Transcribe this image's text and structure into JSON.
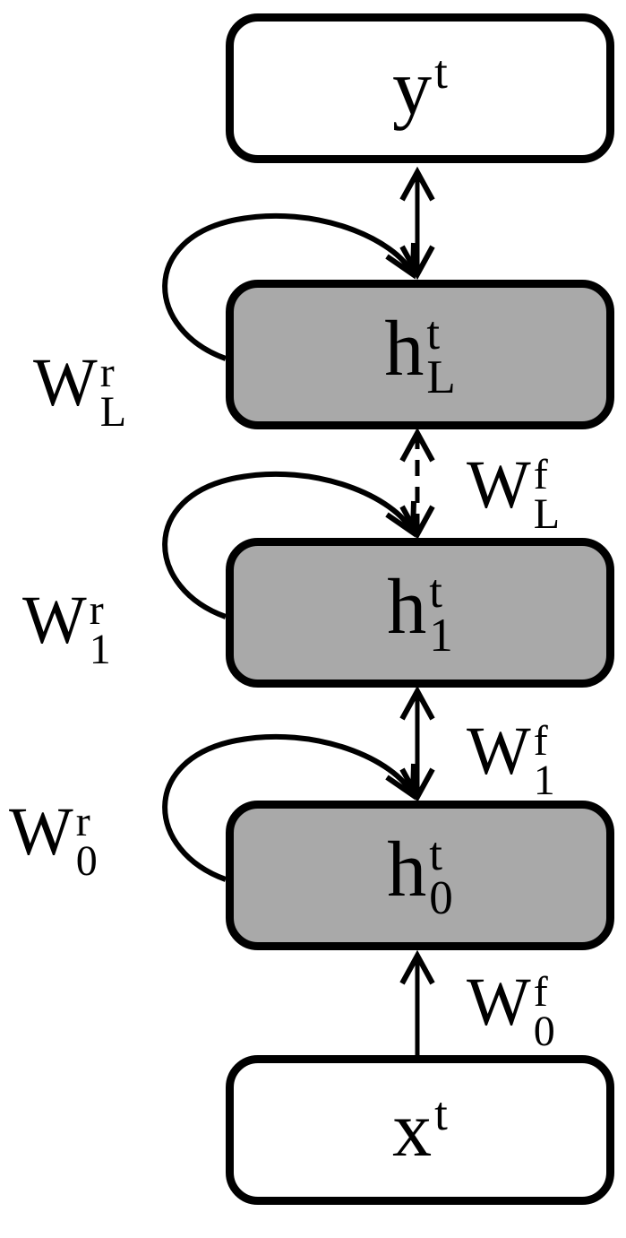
{
  "diagram": {
    "description": "Stacked recurrent neural network unfolded at time t",
    "colors": {
      "bg": "#ffffff",
      "line": "#000000",
      "node_border": "#000000",
      "hidden_fill": "#a9a9a9",
      "io_fill": "#ffffff"
    },
    "nodes": [
      {
        "id": "y",
        "main": "y",
        "sup": "t",
        "sub": ""
      },
      {
        "id": "h_L",
        "main": "h",
        "sup": "t",
        "sub": "L"
      },
      {
        "id": "h_1",
        "main": "h",
        "sup": "t",
        "sub": "1"
      },
      {
        "id": "h_0",
        "main": "h",
        "sup": "t",
        "sub": "0"
      },
      {
        "id": "x",
        "main": "x",
        "sup": "t",
        "sub": ""
      }
    ],
    "recurrent_labels": [
      {
        "main": "W",
        "sup": "r",
        "sub": "L"
      },
      {
        "main": "W",
        "sup": "r",
        "sub": "1"
      },
      {
        "main": "W",
        "sup": "r",
        "sub": "0"
      }
    ],
    "feedforward_labels": [
      {
        "main": "W",
        "sup": "f",
        "sub": "L"
      },
      {
        "main": "W",
        "sup": "f",
        "sub": "1"
      },
      {
        "main": "W",
        "sup": "f",
        "sub": "0"
      }
    ]
  }
}
